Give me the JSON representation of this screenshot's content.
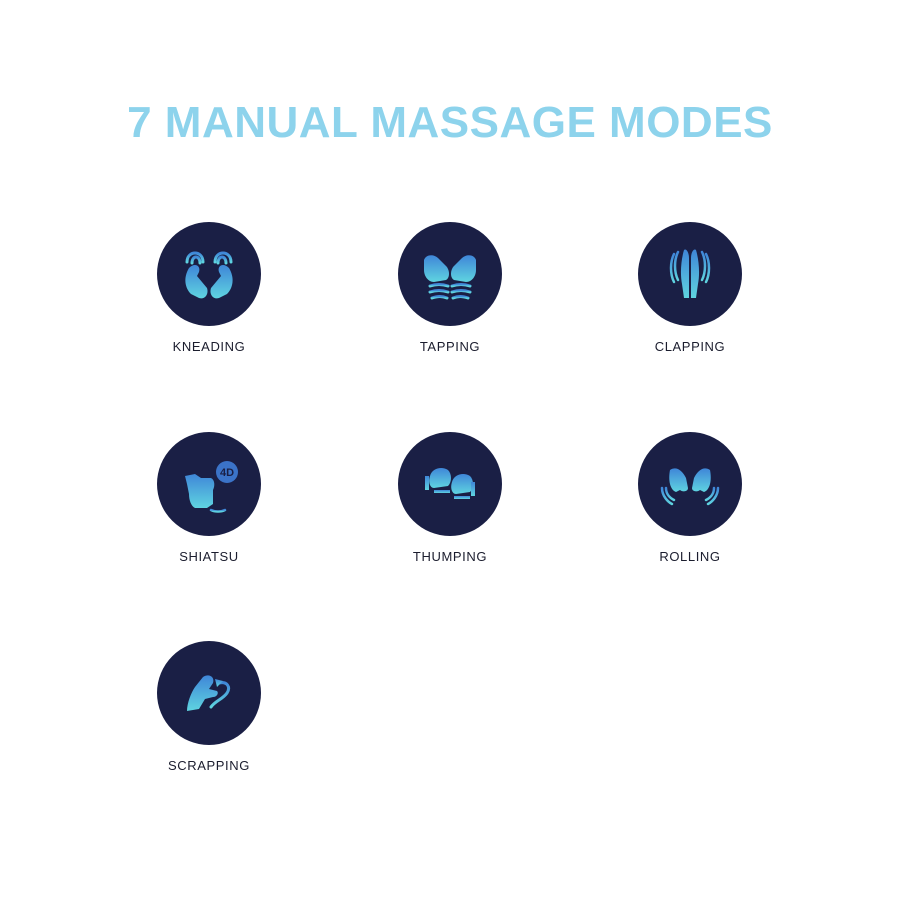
{
  "title": "7 MANUAL MASSAGE MODES",
  "colors": {
    "title": "#8dd3ec",
    "circle": "#1a1f45",
    "icon_top": "#3f86d8",
    "icon_bottom": "#5fd4e0",
    "label": "#1b1d2e"
  },
  "modes": [
    {
      "label": "KNEADING",
      "icon": "kneading-hands-icon"
    },
    {
      "label": "TAPPING",
      "icon": "tapping-hands-icon"
    },
    {
      "label": "CLAPPING",
      "icon": "clapping-hands-icon"
    },
    {
      "label": "SHIATSU",
      "icon": "shiatsu-4d-hand-icon",
      "badge": "4D"
    },
    {
      "label": "THUMPING",
      "icon": "thumping-fists-icon"
    },
    {
      "label": "ROLLING",
      "icon": "rolling-hands-icon"
    },
    {
      "label": "SCRAPPING",
      "icon": "scrapping-hand-icon"
    }
  ]
}
